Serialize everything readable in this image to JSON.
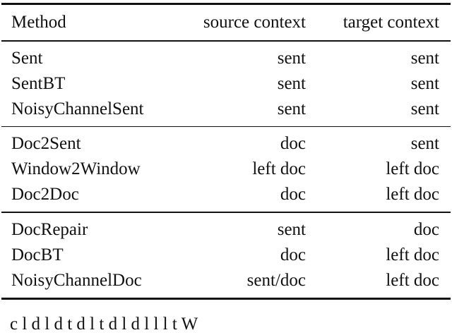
{
  "table": {
    "headers": {
      "method": "Method",
      "source": "source context",
      "target": "target context"
    },
    "groups": [
      {
        "rows": [
          {
            "method": "Sent",
            "source": "sent",
            "target": "sent"
          },
          {
            "method": "SentBT",
            "source": "sent",
            "target": "sent"
          },
          {
            "method": "NoisyChannelSent",
            "source": "sent",
            "target": "sent"
          }
        ]
      },
      {
        "rows": [
          {
            "method": "Doc2Sent",
            "source": "doc",
            "target": "sent"
          },
          {
            "method": "Window2Window",
            "source": "left doc",
            "target": "left doc"
          },
          {
            "method": "Doc2Doc",
            "source": "doc",
            "target": "left doc"
          }
        ]
      },
      {
        "rows": [
          {
            "method": "DocRepair",
            "source": "sent",
            "target": "doc"
          },
          {
            "method": "DocBT",
            "source": "doc",
            "target": "left doc"
          },
          {
            "method": "NoisyChannelDoc",
            "source": "sent/doc",
            "target": "left doc"
          }
        ]
      }
    ]
  },
  "caption_fragment": "c   l   d   l   d     t   d   l   t   d     l   d   l   l   l   t   W"
}
